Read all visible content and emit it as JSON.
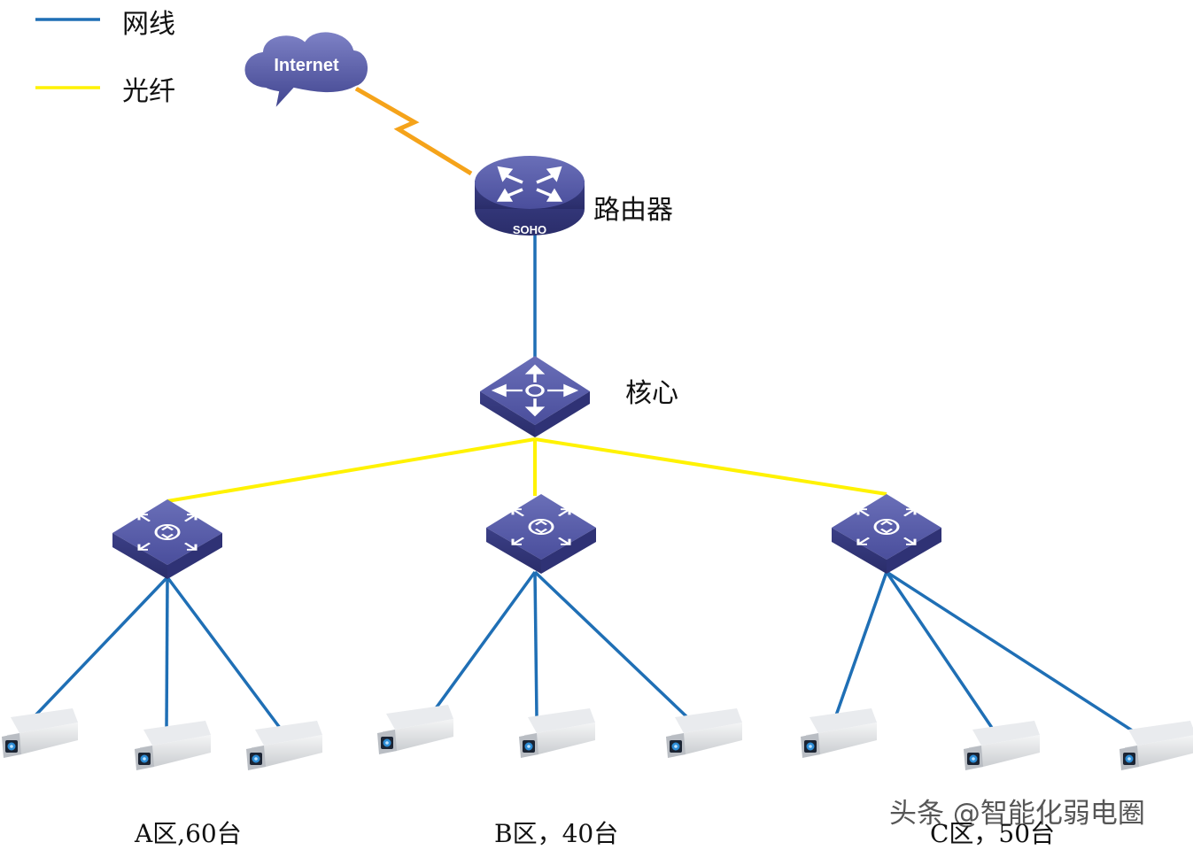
{
  "legend": {
    "items": [
      {
        "label": "网线",
        "color": "#1F6FB5"
      },
      {
        "label": "光纤",
        "color": "#FFF200"
      }
    ]
  },
  "nodes": {
    "internet": {
      "label": "Internet",
      "icon": "cloud-icon"
    },
    "router": {
      "label": "路由器",
      "badge": "SOHO",
      "icon": "router-icon"
    },
    "core": {
      "label": "核心",
      "icon": "core-switch-icon"
    }
  },
  "zones": [
    {
      "label": "A区,60台",
      "icon": "access-switch-icon"
    },
    {
      "label": "B区，40台",
      "icon": "access-switch-icon"
    },
    {
      "label": "C区，50台",
      "icon": "access-switch-icon"
    }
  ],
  "camera_icon": "camera-icon",
  "watermark": "头条 @智能化弱电圈",
  "colors": {
    "ethernet": "#1F6FB5",
    "fiber": "#FFF200",
    "wan": "#F5A31A",
    "device": "#4B4F9C"
  }
}
